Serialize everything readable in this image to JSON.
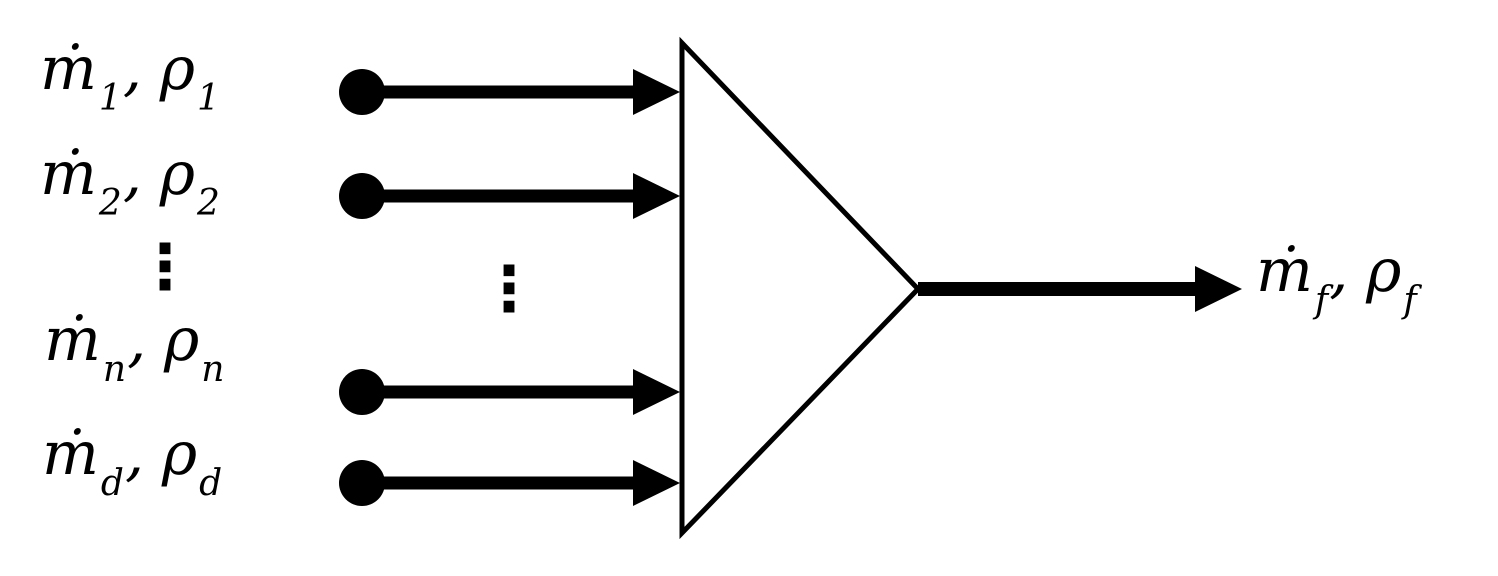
{
  "colors": {
    "ink": "#000000",
    "background": "#ffffff",
    "mixer_fill": "#ffffff"
  },
  "inputs": [
    {
      "m": "ṁ",
      "m_sub": "1",
      "sep": ",",
      "rho": "ρ",
      "rho_sub": "1"
    },
    {
      "m": "ṁ",
      "m_sub": "2",
      "sep": ",",
      "rho": "ρ",
      "rho_sub": "2"
    },
    {
      "m": "ṁ",
      "m_sub": "n",
      "sep": ",",
      "rho": "ρ",
      "rho_sub": "n"
    },
    {
      "m": "ṁ",
      "m_sub": "d",
      "sep": ",",
      "rho": "ρ",
      "rho_sub": "d"
    }
  ],
  "output": {
    "m": "ṁ",
    "m_sub": "f",
    "sep": ",",
    "rho": "ρ",
    "rho_sub": "f"
  },
  "ellipsis": "⋮"
}
